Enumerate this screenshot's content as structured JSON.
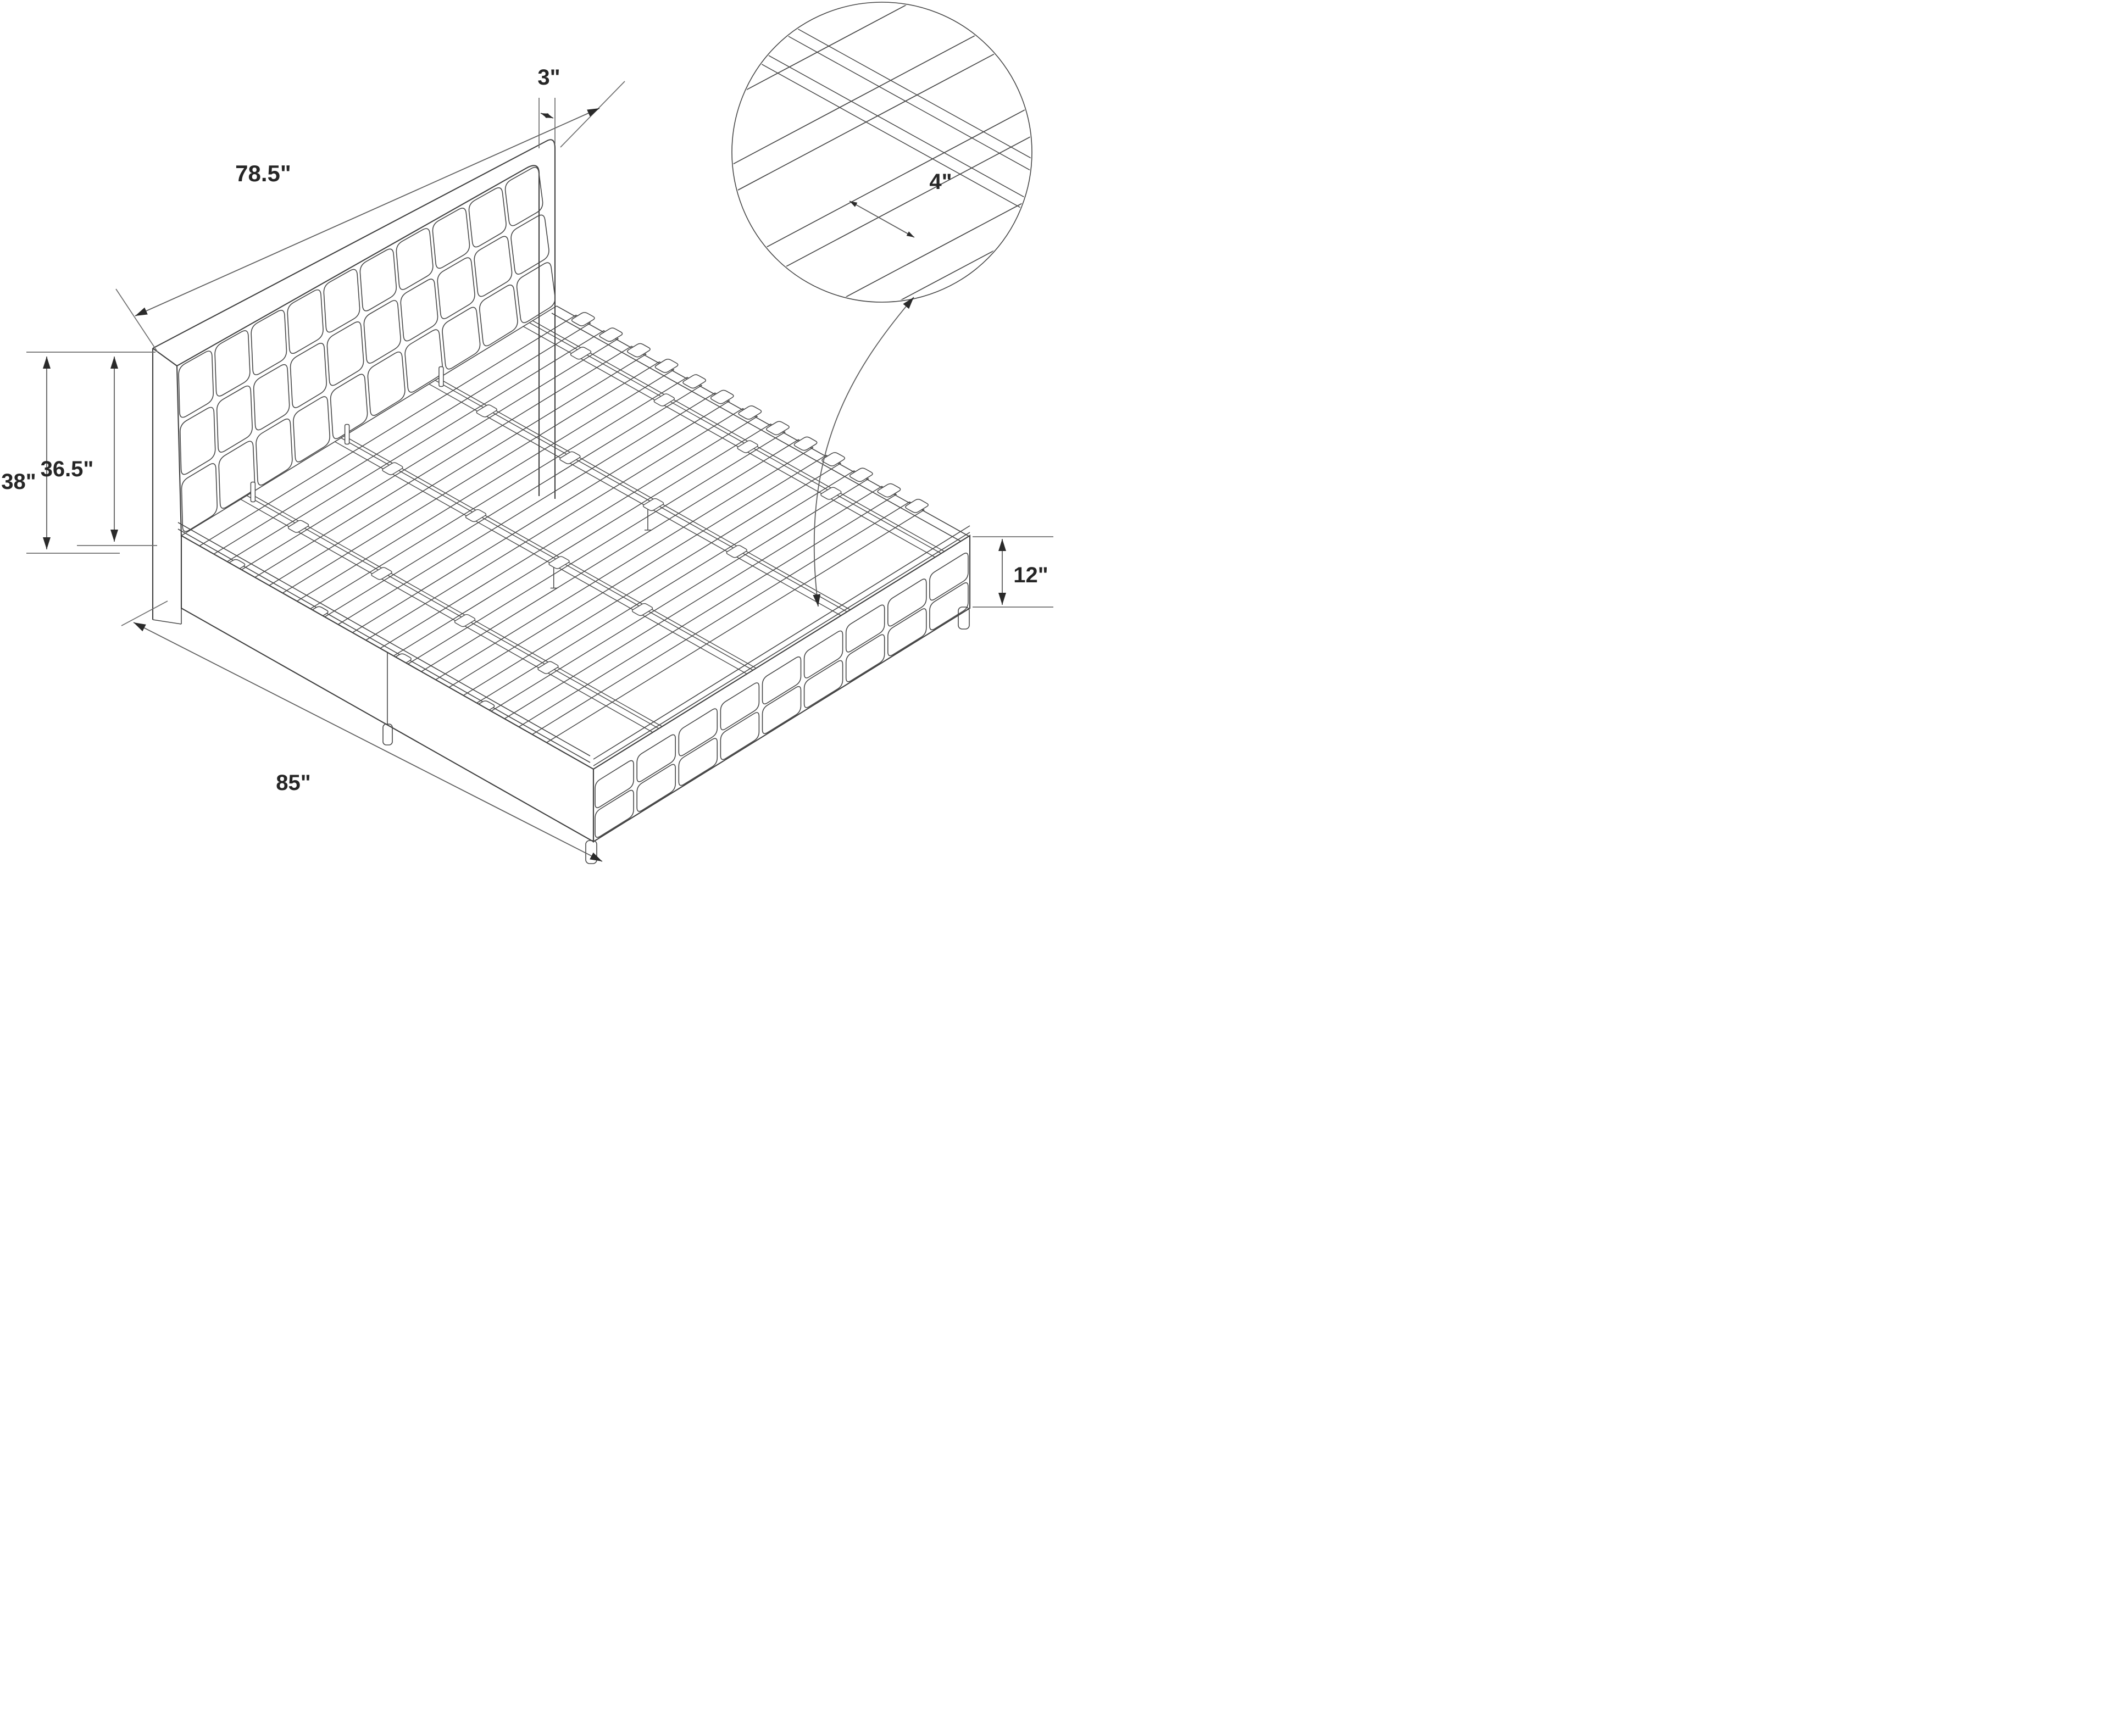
{
  "diagram": {
    "title": "Upholstered platform bed with slats - dimension diagram",
    "background": "#ffffff"
  },
  "dimensions": {
    "headboard_width": "78.5\"",
    "headboard_thickness": "3\"",
    "total_height": "38\"",
    "headboard_panel_height": "36.5\"",
    "base_length": "85\"",
    "base_height": "12\"",
    "slat_width": "4\""
  },
  "colors": {
    "line": "#474747",
    "outline": "#3f3f3f",
    "dimension_line": "#5f5f5f",
    "arrowhead": "#2a2a2a",
    "text": "#262626",
    "background": "#ffffff"
  }
}
